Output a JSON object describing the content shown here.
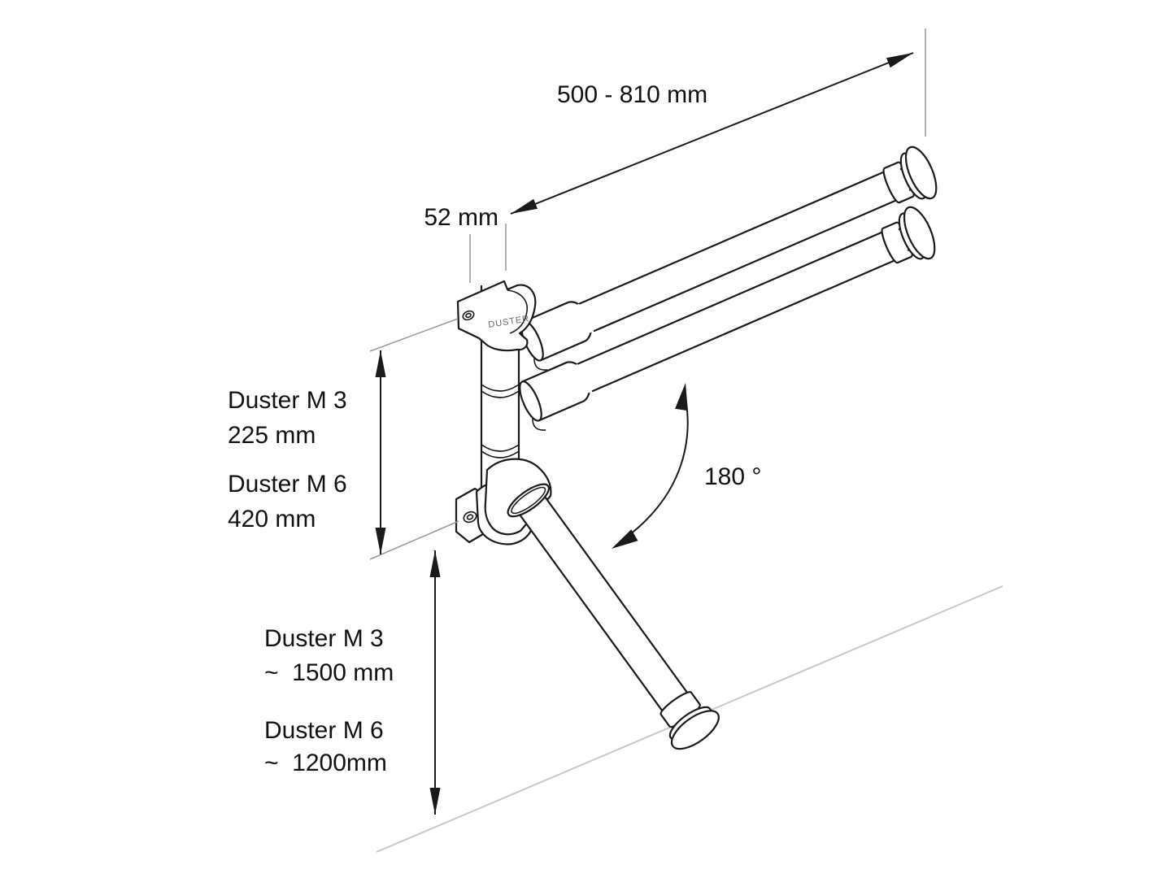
{
  "labels": {
    "arm_length": "500 - 810 mm",
    "bracket_depth": "52 mm",
    "swing_angle": "180 °",
    "brand": "DUSTER",
    "wall_dim_model_1": "Duster M 3",
    "wall_dim_value_1": "225 mm",
    "wall_dim_model_2": "Duster M 6",
    "wall_dim_value_2": "420 mm",
    "height_model_1": "Duster M 3",
    "height_value_1": "~  1500 mm",
    "height_model_2": "Duster M 6",
    "height_value_2": "~  1200mm"
  },
  "colors": {
    "outline": "#1a1a1a",
    "dimension_line": "#1a1a1a",
    "extension_line": "#999999",
    "floor_line": "#c9c9c9",
    "background": "#ffffff",
    "brand_text": "#666666"
  }
}
